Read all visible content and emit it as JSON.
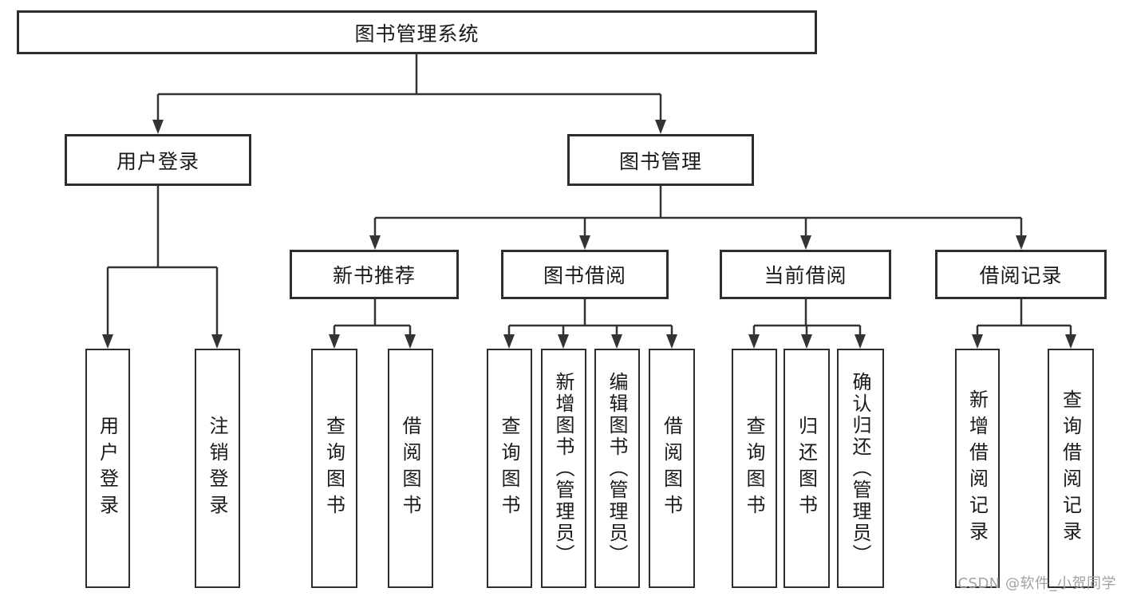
{
  "tree": {
    "root": {
      "label": "图书管理系统"
    },
    "branches": [
      {
        "label": "用户登录",
        "children": [
          {
            "label": "用户登录"
          },
          {
            "label": "注销登录"
          }
        ]
      },
      {
        "label": "图书管理",
        "children": [
          {
            "label": "新书推荐",
            "children": [
              {
                "label": "查询图书"
              },
              {
                "label": "借阅图书"
              }
            ]
          },
          {
            "label": "图书借阅",
            "children": [
              {
                "label": "查询图书"
              },
              {
                "label": "新增图书（管理员）"
              },
              {
                "label": "编辑图书（管理员）"
              },
              {
                "label": "借阅图书"
              }
            ]
          },
          {
            "label": "当前借阅",
            "children": [
              {
                "label": "查询图书"
              },
              {
                "label": "归还图书"
              },
              {
                "label": "确认归还（管理员）"
              }
            ]
          },
          {
            "label": "借阅记录",
            "children": [
              {
                "label": "新增借阅记录"
              },
              {
                "label": "查询借阅记录"
              }
            ]
          }
        ]
      }
    ]
  },
  "watermark": {
    "text": "CSDN @软件_小贺同学"
  },
  "colors": {
    "line": "#333333",
    "box_border": "#2d2d2d",
    "text": "#1a1a1a",
    "watermark": "#a6a0a0",
    "background": "#ffffff"
  }
}
